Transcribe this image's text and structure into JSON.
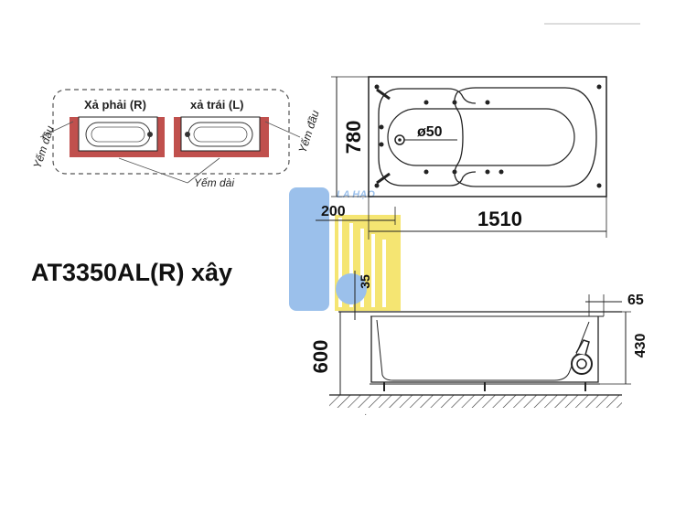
{
  "model_title": "AT3350AL(R) xây",
  "watermark": "LA HẠO",
  "inset": {
    "right_drain_label": "Xả phải (R)",
    "left_drain_label": "xả trái (L)",
    "end_panel_label_left": "Yếm đầu",
    "end_panel_label_right": "Yếm đầu",
    "long_panel_label": "Yếm dài"
  },
  "plan_view": {
    "width_label": "780",
    "length_label": "1510",
    "offset_label": "200",
    "drain_label": "ø50"
  },
  "side_view": {
    "total_height_label": "600",
    "inner_height_label": "430",
    "rim_label": "65",
    "ledge_label": "35"
  },
  "colors": {
    "panel_red": "#c0504d",
    "watermark_blue": "#8ab6e8",
    "watermark_yellow": "#f4e15a",
    "line": "#222222"
  }
}
